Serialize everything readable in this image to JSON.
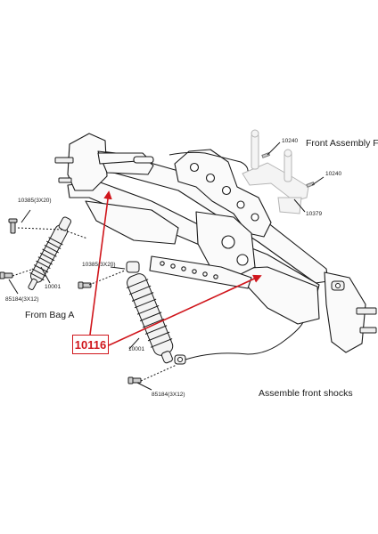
{
  "labels": {
    "front_assembly": "Front Assembly F",
    "from_bag": "From Bag A",
    "assemble_shocks": "Assemble front shocks",
    "p10240_a": "10240",
    "p10240_b": "10240",
    "p10379": "10379",
    "p10385_a": "10385(3X20)",
    "p10385_b": "10385(3X20)",
    "p10001_a": "10001",
    "p10001_b": "10001",
    "p85184_a": "85184(3X12)",
    "p85184_b": "85184(3X12)",
    "callout": "10116"
  },
  "colors": {
    "callout": "#d0161c",
    "line": "#1a1a1a",
    "faded": "#b0b0b0"
  }
}
